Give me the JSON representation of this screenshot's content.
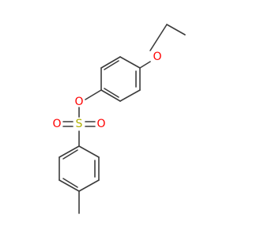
{
  "molecule": {
    "atoms": {
      "ether_oxygen": {
        "symbol": "O",
        "color": "#ff0000"
      },
      "ester_oxygen": {
        "symbol": "O",
        "color": "#ff0000"
      },
      "sulfur": {
        "symbol": "S",
        "color": "#b2b200"
      },
      "sulfonyl_oxygen_left": {
        "symbol": "O",
        "color": "#ff0000"
      },
      "sulfonyl_oxygen_right": {
        "symbol": "O",
        "color": "#ff0000"
      }
    },
    "bond_color": "#3c3c3c"
  }
}
